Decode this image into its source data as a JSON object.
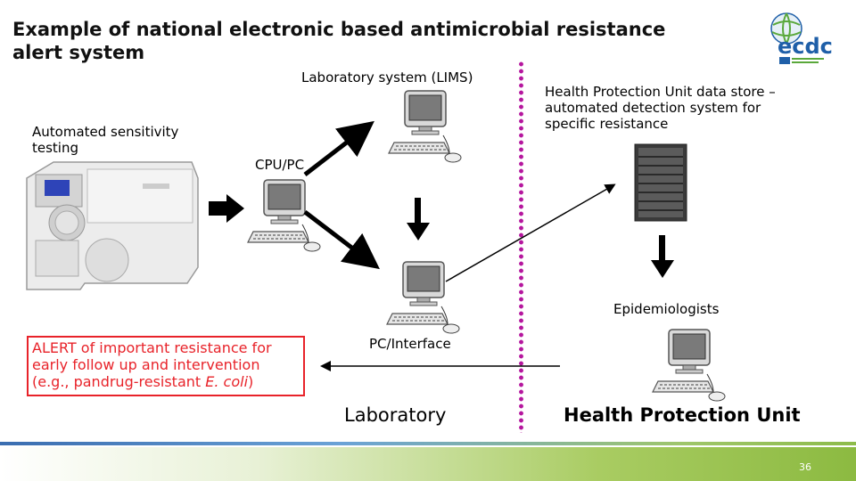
{
  "title_line1": "Example of national electronic based antimicrobial resistance",
  "title_line2": "alert system",
  "labels": {
    "lims": "Laboratory system (LIMS)",
    "auto_line1": "Automated sensitivity",
    "auto_line2": "testing",
    "cpu": "CPU/PC",
    "hpu_store_line1": "Health Protection Unit data store –",
    "hpu_store_line2": "automated detection system for",
    "hpu_store_line3": "specific resistance",
    "epidemiologists": "Epidemiologists",
    "pc_interface": "PC/Interface",
    "laboratory": "Laboratory",
    "hpu": "Health Protection Unit"
  },
  "alert": {
    "line1": "ALERT of important resistance for",
    "line2": "early follow up and intervention",
    "line3_prefix": "(e.g., pandrug-resistant ",
    "line3_italic": "E. coli",
    "line3_suffix": ")"
  },
  "logo": {
    "text": "ecdc"
  },
  "page_number": "36",
  "colors": {
    "alert_red": "#e8232a",
    "divider_magenta": "#b5179e",
    "footer_green": "#8cba41",
    "logo_blue": "#1f5fa8",
    "logo_green": "#5aa83b"
  }
}
